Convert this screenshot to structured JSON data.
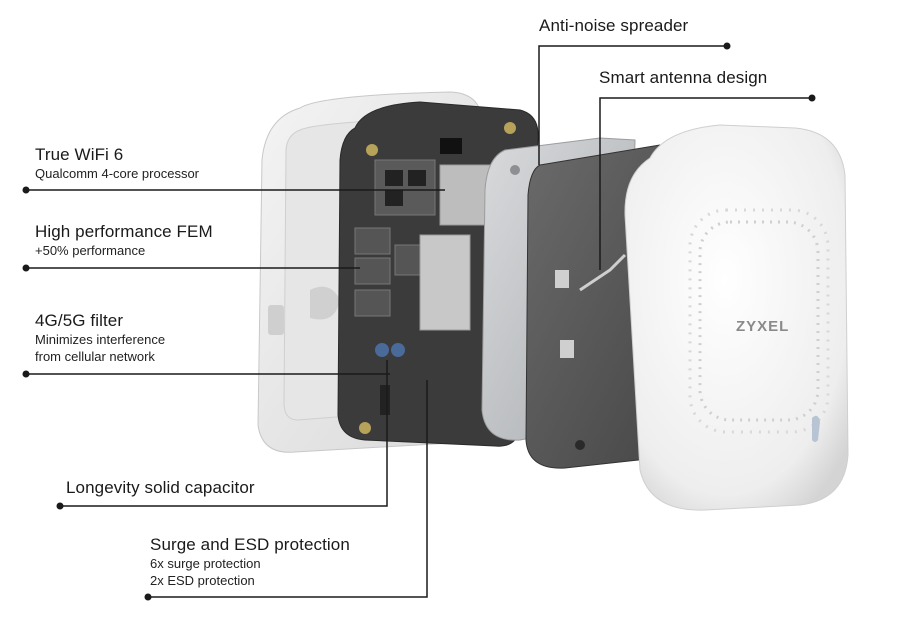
{
  "callouts": {
    "anti_noise": {
      "title": "Anti-noise spreader"
    },
    "smart_antenna": {
      "title": "Smart antenna design"
    },
    "wifi6": {
      "title": "True WiFi 6",
      "sub1": "Qualcomm 4-core processor"
    },
    "fem": {
      "title": "High performance FEM",
      "sub1": "+50% performance"
    },
    "filter": {
      "title": "4G/5G filter",
      "sub1": "Minimizes interference",
      "sub2": "from cellular network"
    },
    "capacitor": {
      "title": "Longevity solid capacitor"
    },
    "surge": {
      "title": "Surge and ESD protection",
      "sub1": "6x surge protection",
      "sub2": "2x ESD protection"
    }
  },
  "device": {
    "brand": "ZYXEL"
  },
  "colors": {
    "line": "#1a1a1a",
    "cover": "#f2f2f2",
    "board": "#3a3a3a",
    "plate": "#5a5a5a",
    "spreader": "#c9cbcd"
  }
}
